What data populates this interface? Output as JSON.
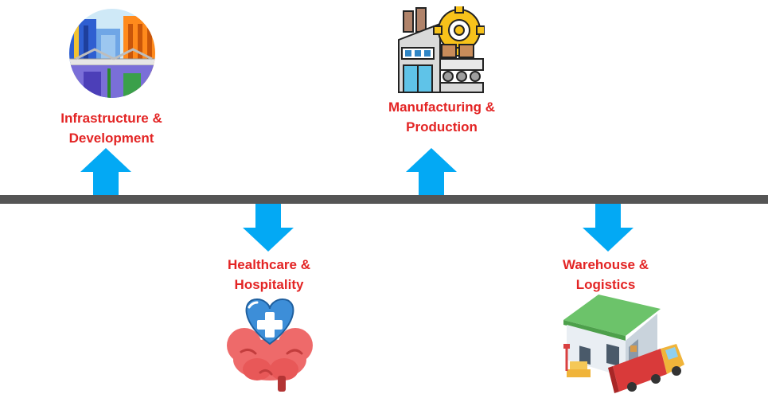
{
  "colors": {
    "label": "#e32424",
    "arrow": "#03a9f4",
    "timeline": "#555555"
  },
  "items": [
    {
      "line1": "Infrastructure &",
      "line2": "Development",
      "direction": "up",
      "icon": "city-buildings-icon"
    },
    {
      "line1": "Healthcare &",
      "line2": "Hospitality",
      "direction": "down",
      "icon": "heart-brain-plus-icon"
    },
    {
      "line1": "Manufacturing &",
      "line2": "Production",
      "direction": "up",
      "icon": "factory-gear-icon"
    },
    {
      "line1": "Warehouse &",
      "line2": "Logistics",
      "direction": "down",
      "icon": "warehouse-truck-icon"
    }
  ]
}
